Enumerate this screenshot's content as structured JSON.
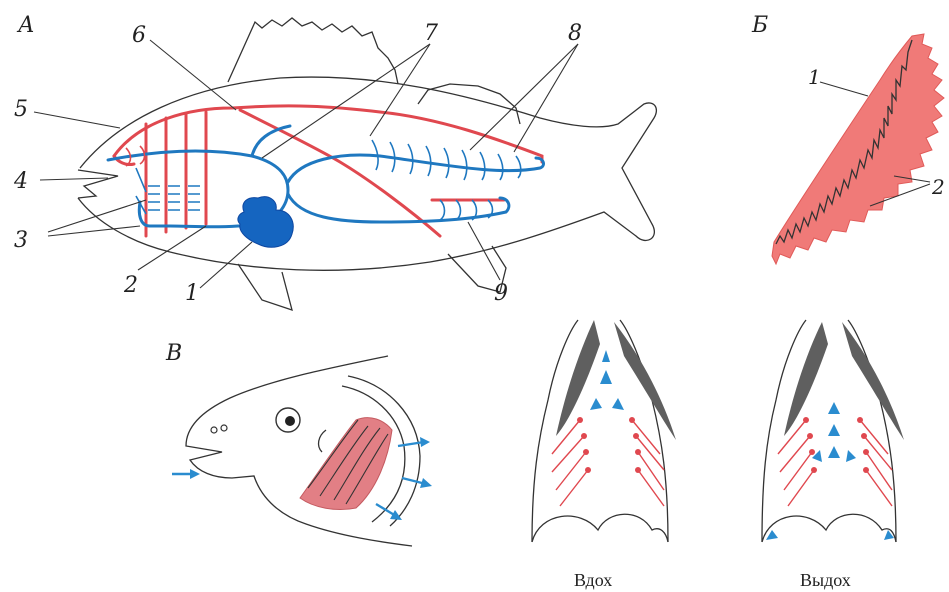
{
  "panels": {
    "a": "А",
    "b": "Б",
    "v": "В"
  },
  "fish_labels": [
    "1",
    "2",
    "3",
    "4",
    "5",
    "6",
    "7",
    "8",
    "9"
  ],
  "gill_labels": [
    "1",
    "2"
  ],
  "captions": {
    "inhale": "Вдох",
    "exhale": "Выдох"
  },
  "colors": {
    "arterial": "#e0484f",
    "venous": "#1f78c0",
    "heart": "#1565c0",
    "operculum": "#606060",
    "gill_filament": "#f07a78"
  }
}
